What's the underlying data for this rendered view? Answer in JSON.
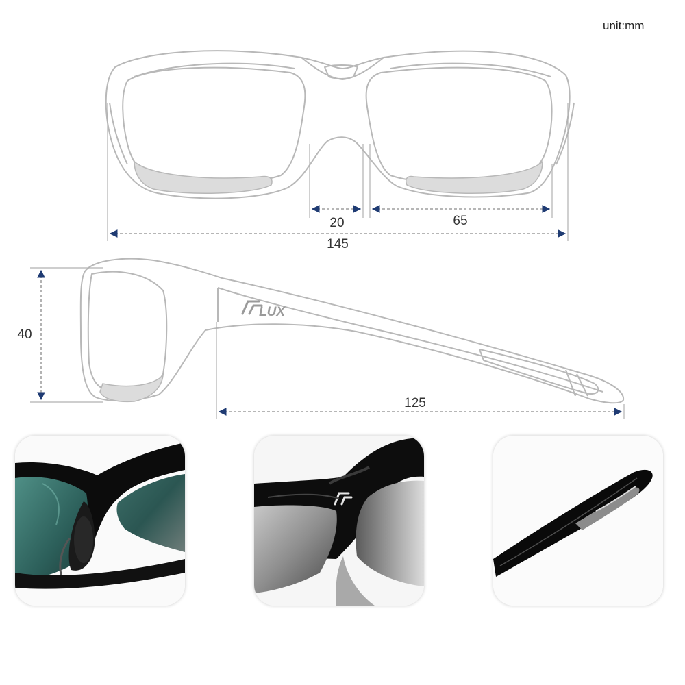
{
  "unit_label": "unit:mm",
  "brand": {
    "text": "LUX",
    "logo_icon": "flux-f-logo-icon"
  },
  "dimensions": {
    "bridge": "20",
    "lens_width": "65",
    "total_width": "145",
    "lens_height": "40",
    "temple_length": "125"
  },
  "colors": {
    "dimension_arrow": "#1f3b73",
    "frame_outline": "#b8b8b8",
    "frame_black": "#0c0c0c"
  },
  "details": [
    {
      "name": "nose-pad-detail"
    },
    {
      "name": "hinge-logo-detail"
    },
    {
      "name": "temple-tip-detail"
    }
  ]
}
